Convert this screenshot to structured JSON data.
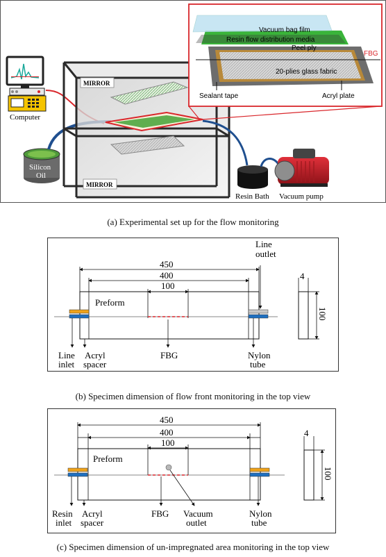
{
  "panel_a": {
    "computer_label": "Computer",
    "mirror_top": "MIRROR",
    "mirror_bottom": "MIRROR",
    "silicon_oil_line1": "Silicon",
    "silicon_oil_line2": "Oil",
    "resin_bath": "Resin Bath",
    "vacuum_pump": "Vacuum pump",
    "inset": {
      "vacuum_bag_film": "Vacuum bag film",
      "resin_flow_media": "Resin flow distribution media",
      "peel_ply": "Peel ply",
      "fbg": "FBG",
      "glass_fabric": "20-plies glass fabric",
      "sealant_tape": "Sealant tape",
      "acryl_plate": "Acryl plate"
    },
    "caption": "(a)  Experimental set up for the flow monitoring"
  },
  "panel_b": {
    "dim_450": "450",
    "dim_400": "400",
    "dim_100": "100",
    "preform": "Preform",
    "line_outlet_1": "Line",
    "line_outlet_2": "outlet",
    "line_inlet_1": "Line",
    "line_inlet_2": "inlet",
    "acryl_spacer_1": "Acryl",
    "acryl_spacer_2": "spacer",
    "fbg": "FBG",
    "nylon_tube_1": "Nylon",
    "nylon_tube_2": "tube",
    "side_width": "4",
    "side_height": "100",
    "caption": "(b)  Specimen dimension of flow front monitoring in the top view"
  },
  "panel_c": {
    "dim_450": "450",
    "dim_400": "400",
    "dim_100": "100",
    "preform": "Preform",
    "resin_inlet_1": "Resin",
    "resin_inlet_2": "inlet",
    "acryl_spacer_1": "Acryl",
    "acryl_spacer_2": "spacer",
    "fbg": "FBG",
    "vacuum_outlet_1": "Vacuum",
    "vacuum_outlet_2": "outlet",
    "nylon_tube_1": "Nylon",
    "nylon_tube_2": "tube",
    "side_width": "4",
    "side_height": "100",
    "caption": "(c)  Specimen dimension of un-impregnated area monitoring in the top view"
  },
  "colors": {
    "red_outline": "#d9262b",
    "tube_blue": "#1f4f8f",
    "green_media": "#3fae3f",
    "orange_marker": "#f0a31a",
    "blue_marker": "#1e6fc0"
  }
}
